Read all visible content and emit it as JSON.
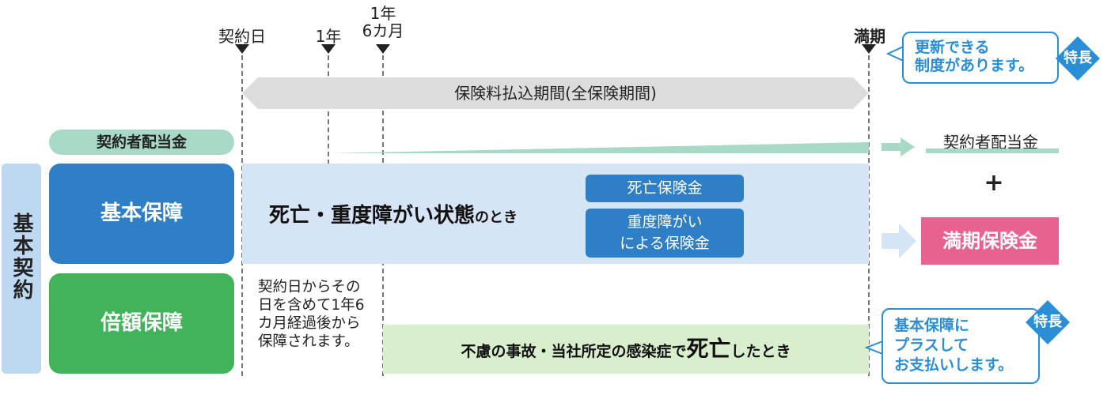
{
  "timeline": {
    "contract_day": "契約日",
    "one_year": "1年",
    "one_year_six_months_line1": "1年",
    "one_year_six_months_line2": "6カ月",
    "maturity": "満期"
  },
  "premium_period": "保険料払込期間(全保険期間)",
  "dividend_label": "契約者配当金",
  "side_label": "基本契約",
  "basic": {
    "label": "基本保障",
    "condition_main": "死亡・重度障がい状態",
    "condition_suffix": "のとき",
    "benefit1": "死亡保険金",
    "benefit2_line1": "重度障がい",
    "benefit2_line2": "による保険金"
  },
  "double": {
    "label": "倍額保障",
    "note_lines": [
      "契約日からその",
      "日を含めて1年6",
      "カ月経過後から",
      "保障されます。"
    ],
    "condition_prefix": "不慮の事故・当社所定の感染症で",
    "condition_big": "死亡",
    "condition_suffix": "したとき"
  },
  "right": {
    "dividend": "契約者配当金",
    "plus": "+",
    "maturity_benefit": "満期保険金"
  },
  "callout_top": {
    "line1": "更新できる",
    "line2": "制度があります。",
    "badge": "特長"
  },
  "callout_bottom": {
    "line1": "基本保障に",
    "line2": "プラスして",
    "line3": "お支払いします。",
    "badge": "特長"
  },
  "colors": {
    "blue": "#2f7fc6",
    "green": "#40b35b",
    "pink": "#e8628f",
    "mint": "#a8d8c6",
    "light_blue": "#d6e5f5",
    "light_green": "#d9eecd",
    "callout_blue": "#2a8ed6"
  }
}
